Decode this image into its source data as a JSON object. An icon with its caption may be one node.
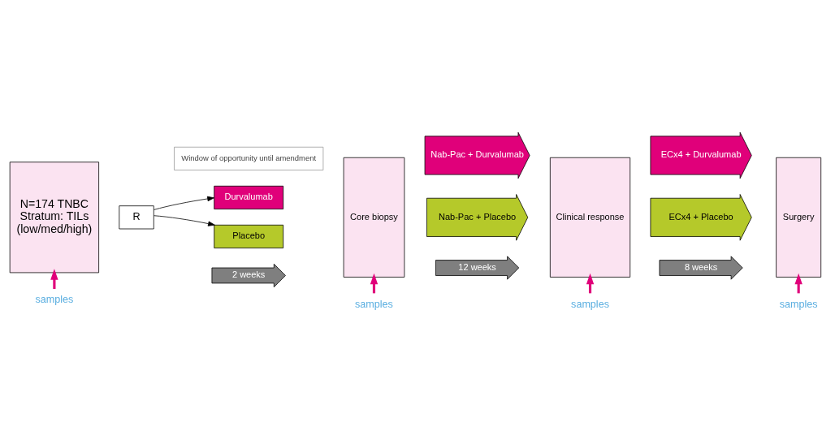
{
  "diagram": {
    "nodes": [
      {
        "text": [
          "N=174 TNBC",
          "Stratum: TILs",
          "(low/med/high)"
        ]
      },
      {
        "text": [
          "Window of opportunity until amendment"
        ]
      },
      {
        "text": [
          "R"
        ]
      },
      {
        "text": [
          "Durvalumab"
        ]
      },
      {
        "text": [
          "Placebo"
        ]
      },
      {
        "text": [
          "Core biopsy"
        ]
      },
      {
        "text": [
          "Nab-Pac + Durvalumab"
        ]
      },
      {
        "text": [
          "Nab-Pac + Placebo"
        ]
      },
      {
        "text": [
          "Clinical response"
        ]
      },
      {
        "text": [
          "ECx4 + Durvalumab"
        ]
      },
      {
        "text": [
          "ECx4 + Placebo"
        ]
      },
      {
        "text": [
          "Surgery"
        ]
      },
      {
        "text": [
          "2 weeks"
        ]
      },
      {
        "text": [
          "12 weeks"
        ]
      },
      {
        "text": [
          "8 weeks"
        ]
      },
      {
        "text": [
          "samples"
        ]
      },
      {
        "text": [
          "samples"
        ]
      },
      {
        "text": [
          "samples"
        ]
      },
      {
        "text": [
          "samples"
        ]
      }
    ],
    "edges": [
      {
        "from": 2,
        "to": 3,
        "arrow": "to",
        "color": "#000000"
      },
      {
        "from": 2,
        "to": 4,
        "arrow": "to",
        "color": "#000000"
      },
      {
        "from": 15,
        "to": 0,
        "arrow": "to"
      },
      {
        "from": 16,
        "to": 5,
        "arrow": "to"
      },
      {
        "from": 17,
        "to": 8,
        "arrow": "to"
      },
      {
        "from": 18,
        "to": 11,
        "arrow": "to"
      }
    ]
  }
}
